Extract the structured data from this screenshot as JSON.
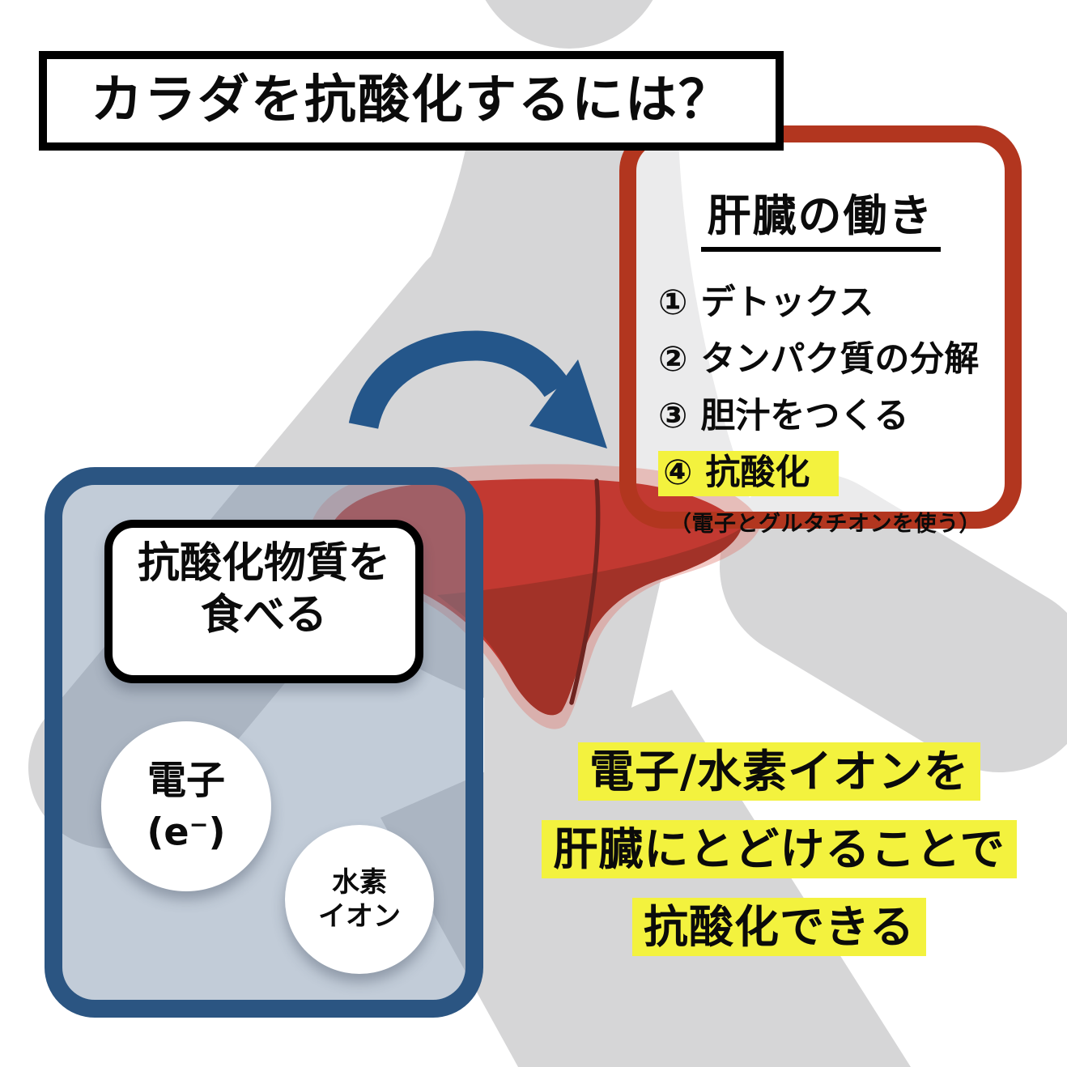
{
  "title_box": {
    "text": "カラダを抗酸化するには？"
  },
  "liver_panel": {
    "title": "肝臓の働き",
    "items": [
      {
        "num": "①",
        "label": "デトックス"
      },
      {
        "num": "②",
        "label": "タンパク質の分解"
      },
      {
        "num": "③",
        "label": "胆汁をつくる"
      },
      {
        "num": "④",
        "label": "抗酸化"
      }
    ],
    "note": "（電子とグルタチオンを使う）"
  },
  "eat_panel": {
    "label_line1": "抗酸化物質を",
    "label_line2": "食べる",
    "electron_circle": {
      "line1": "電子",
      "formula_open": "(e",
      "formula_sup": "−",
      "formula_close": ")"
    },
    "hydrogen_circle": {
      "line1": "水素",
      "line2": "イオン"
    }
  },
  "conclusion": {
    "lines": [
      "電子/水素イオンを",
      "肝臓にとどけることで",
      "抗酸化できる"
    ]
  },
  "colors": {
    "highlight_yellow": "#f3f23e",
    "liver_panel_border_red": "#b2361f",
    "eat_panel_border_blue": "#2b5582",
    "arrow_blue": "#24568a",
    "liver_red": "#c23931",
    "liver_dark_red": "#a23228",
    "liver_pink": "rgba(222,120,110,0.40)",
    "silhouette_gray": "#d6d6d7"
  }
}
